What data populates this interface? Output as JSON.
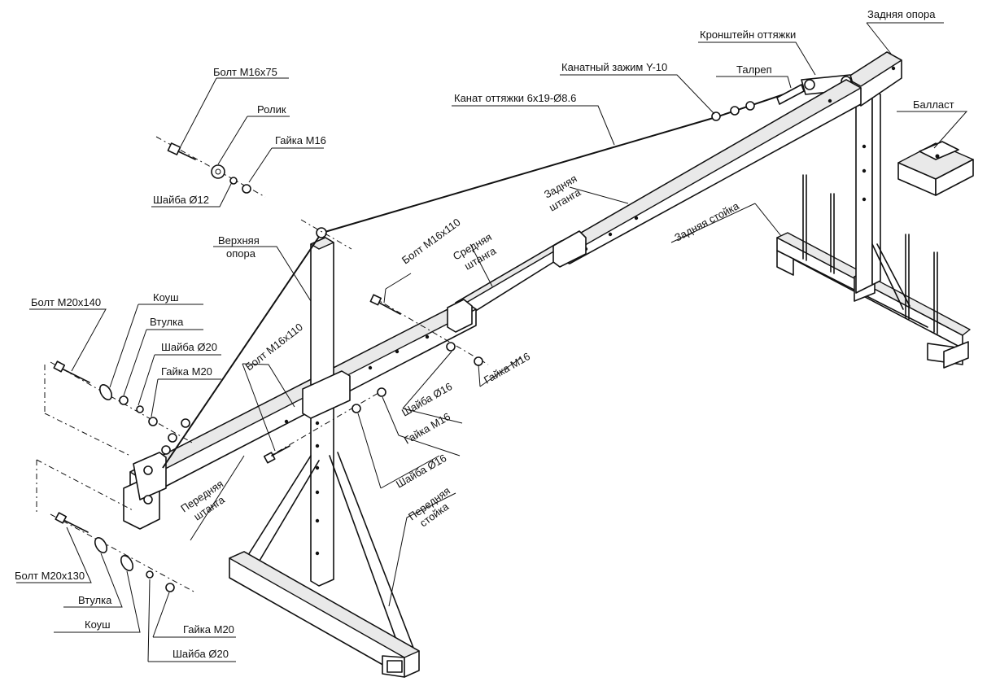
{
  "labels": {
    "rear_support": "Задняя опора",
    "guy_bracket": "Кронштейн оттяжки",
    "rope_clamp": "Канатный зажим Y-10",
    "turnbuckle": "Талреп",
    "guy_rope": "Канат оттяжки 6х19-Ø8.6",
    "ballast": "Балласт",
    "rear_beam_1": "Задняя",
    "rear_beam_2": "штанга",
    "rear_post": "Задняя стойка",
    "bolt_m16x75": "Болт М16х75",
    "roller": "Ролик",
    "nut_m16_top": "Гайка М16",
    "washer_12": "Шайба Ø12",
    "top_support_1": "Верхняя",
    "top_support_2": "опора",
    "bolt_m16x110_a": "Болт М16х110",
    "mid_beam_1": "Средняя",
    "mid_beam_2": "штанга",
    "bolt_m20x140": "Болт М20х140",
    "thimble_top": "Коуш",
    "bushing_top": "Втулка",
    "washer_20_top": "Шайба Ø20",
    "nut_m20_top": "Гайка М20",
    "bolt_m16x110_b": "Болт М16х110",
    "nut_m16_mid": "Гайка М16",
    "washer_16_a": "Шайба Ø16",
    "nut_m16_low": "Гайка М16",
    "washer_16_b": "Шайба Ø16",
    "front_beam_1": "Передняя",
    "front_beam_2": "штанга",
    "front_post_1": "Передняя",
    "front_post_2": "стойка",
    "bolt_m20x130": "Болт М20х130",
    "bushing_bottom": "Втулка",
    "thimble_bottom": "Коуш",
    "nut_m20_bottom": "Гайка М20",
    "washer_20_bottom": "Шайба Ø20"
  }
}
